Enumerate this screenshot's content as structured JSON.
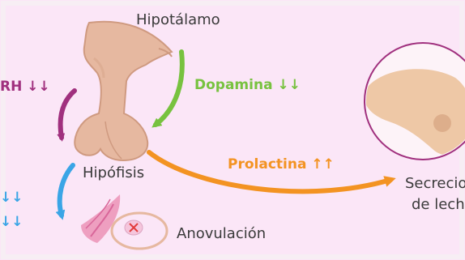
{
  "colors": {
    "background": "#fbe6f7",
    "border": "#f7eef4",
    "gland": "#e6b8a0",
    "gland_shadow": "#cf9a80",
    "purple": "#a0307e",
    "green": "#77c23f",
    "orange": "#f39322",
    "blue": "#3aa5e6",
    "text": "#3a3a3a"
  },
  "labels": {
    "hipotalamo": "Hipotálamo",
    "hipofisis": "Hipófisis",
    "dopamina": "Dopamina",
    "dopamina_arrows": "↓↓",
    "prolactina": "Prolactina",
    "prolactina_arrows": "↑↑",
    "gnrh_partial": "RH",
    "gnrh_arrows": "↓↓",
    "left_blue_1": "↓↓",
    "left_blue_2": "↓↓",
    "anovulacion": "Anovulación",
    "secrecion_partial": "Secrecio",
    "leche_partial": "de lech"
  },
  "icons": [
    "hypothalamus-pituitary-gland",
    "ovary",
    "breast",
    "down-arrows",
    "up-arrows",
    "curved-arrows"
  ]
}
